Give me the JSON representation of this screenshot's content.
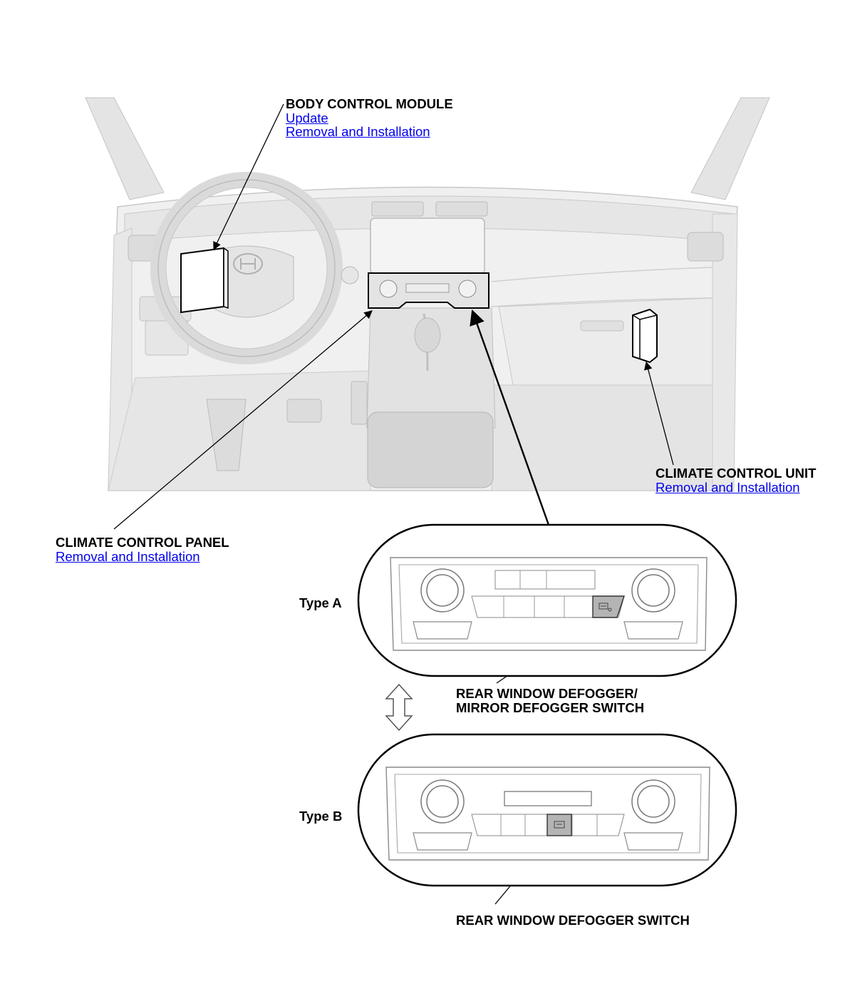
{
  "callouts": {
    "body_control_module": {
      "title": "BODY CONTROL MODULE",
      "links": [
        "Update",
        "Removal and Installation"
      ]
    },
    "climate_control_unit": {
      "title": "CLIMATE CONTROL UNIT",
      "links": [
        "Removal and Installation"
      ]
    },
    "climate_control_panel": {
      "title": "CLIMATE CONTROL PANEL",
      "links": [
        "Removal and Installation"
      ]
    }
  },
  "types": {
    "a": {
      "label": "Type A",
      "switch_line1": "REAR WINDOW DEFOGGER/",
      "switch_line2": "MIRROR DEFOGGER SWITCH"
    },
    "b": {
      "label": "Type B",
      "switch_label": "REAR WINDOW DEFOGGER SWITCH"
    }
  },
  "colors": {
    "link": "#0000ee",
    "line": "#000000",
    "dash": "#f2f2f2",
    "dash_edge": "#c8c8c8",
    "switch": "#b4b4b4"
  },
  "icons": [
    "double-arrow-icon",
    "defogger-icon",
    "honda-logo"
  ]
}
